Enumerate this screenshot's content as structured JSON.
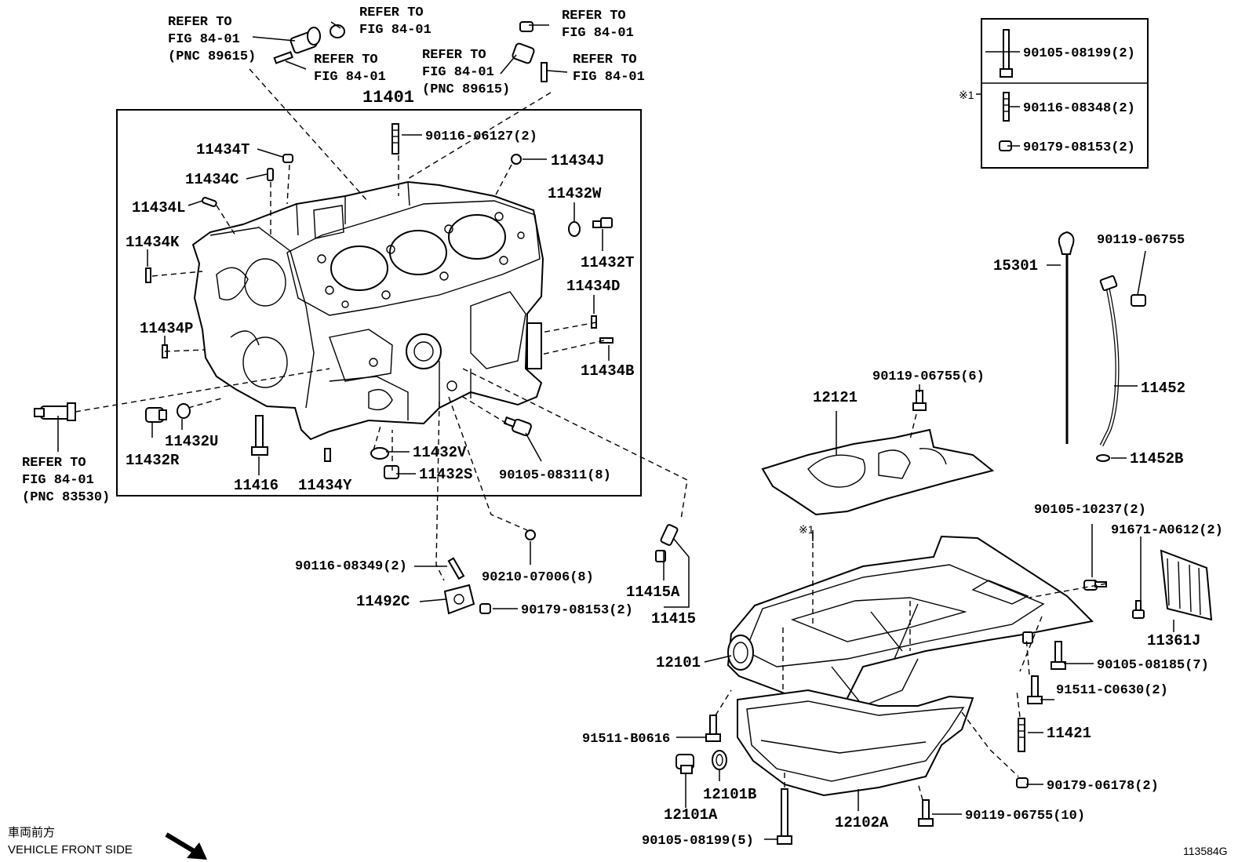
{
  "labels": {
    "refer_1": [
      "REFER TO",
      "FIG 84-01",
      "(PNC 89615)"
    ],
    "refer_2": [
      "REFER TO",
      "FIG 84-01"
    ],
    "refer_3": [
      "REFER TO",
      "FIG 84-01"
    ],
    "refer_4": [
      "REFER TO",
      "FIG 84-01",
      "(PNC 89615)"
    ],
    "refer_5": [
      "REFER TO",
      "FIG 84-01"
    ],
    "refer_6": [
      "REFER TO",
      "FIG 84-01"
    ],
    "refer_7": [
      "REFER TO",
      "FIG 84-01",
      "(PNC 83530)"
    ],
    "p11401": "11401",
    "p90116_06127": "90116-06127(2)",
    "p11434T": "11434T",
    "p11434C": "11434C",
    "p11434L": "11434L",
    "p11434K": "11434K",
    "p11434J": "11434J",
    "p11432W": "11432W",
    "p11432T": "11432T",
    "p11434D": "11434D",
    "p11434P": "11434P",
    "p11434B": "11434B",
    "p11432U": "11432U",
    "p11432R": "11432R",
    "p11416": "11416",
    "p11434Y": "11434Y",
    "p11432V": "11432V",
    "p11432S": "11432S",
    "p90105_08311": "90105-08311(8)",
    "p90116_08349": "90116-08349(2)",
    "p90210_07006": "90210-07006(8)",
    "p11492C": "11492C",
    "p90179_08153": "90179-08153(2)",
    "p11415A": "11415A",
    "p11415": "11415",
    "p90105_08199_box": "90105-08199(2)",
    "p90116_08348": "90116-08348(2)",
    "p90179_08153_box": "90179-08153(2)",
    "note_mark_box": "※1",
    "note_mark_pan": "※1",
    "p15301": "15301",
    "p90119_06755": "90119-06755",
    "p11452": "11452",
    "p11452B": "11452B",
    "p90119_06755_6": "90119-06755(6)",
    "p12121": "12121",
    "p90105_10237": "90105-10237(2)",
    "p91671_A0612": "91671-A0612(2)",
    "p11361J": "11361J",
    "p12101": "12101",
    "p90105_08185": "90105-08185(7)",
    "p91511_C0630": "91511-C0630(2)",
    "p91511_B0616": "91511-B0616",
    "p11421": "11421",
    "p90179_06178": "90179-06178(2)",
    "p12101A": "12101A",
    "p12101B": "12101B",
    "p90119_06755_10": "90119-06755(10)",
    "p12102A": "12102A",
    "p90105_08199_5": "90105-08199(5)",
    "vehicle_front_jp": "車両前方",
    "vehicle_front_en": "VEHICLE FRONT SIDE",
    "figure_id": "113584G"
  }
}
